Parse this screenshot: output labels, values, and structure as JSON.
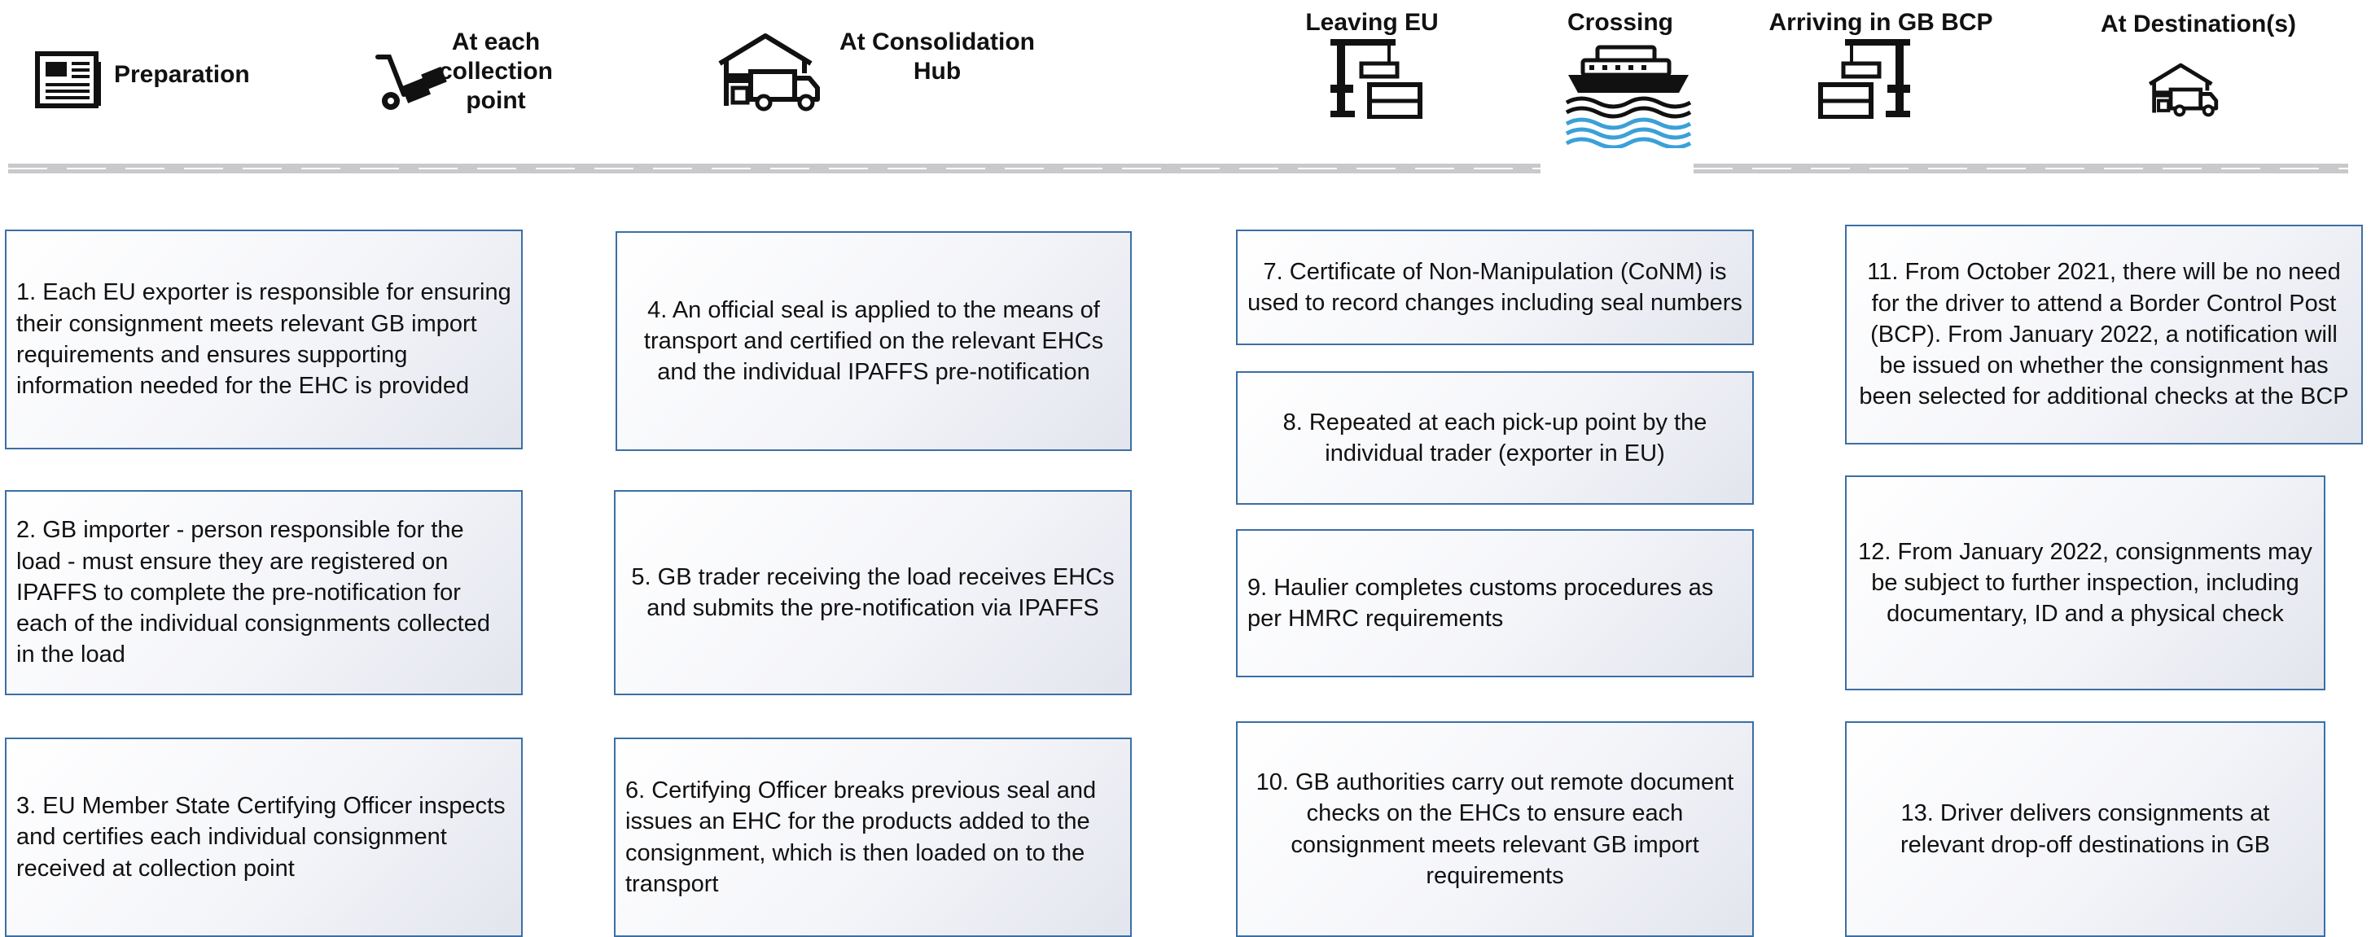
{
  "stages": {
    "preparation": "Preparation",
    "collection": "At each collection point",
    "hub": "At Consolidation Hub",
    "leaving": "Leaving EU",
    "crossing": "Crossing",
    "arriving": "Arriving in GB BCP",
    "destination": "At Destination(s)"
  },
  "icons": {
    "preparation": "newspaper-icon",
    "collection": "hand-truck-icon",
    "hub": "warehouse-truck-icon",
    "leaving": "port-crane-icon",
    "crossing": "ferry-icon",
    "arriving": "port-crane-icon",
    "destination": "warehouse-truck-icon"
  },
  "steps": [
    "1. Each EU exporter is responsible for ensuring their consignment meets relevant GB import requirements and ensures supporting information needed for the EHC is provided",
    "2. GB importer - person responsible for the load - must ensure they are registered on IPAFFS to complete the pre-notification for each of the individual consignments collected in the load",
    "3. EU Member State Certifying Officer inspects and certifies each individual consignment received at collection point",
    "4. An official seal is applied to the means of transport and certified on the relevant EHCs and the individual IPAFFS pre-notification",
    "5. GB trader receiving the load receives EHCs and submits the pre-notification via IPAFFS",
    "6. Certifying Officer breaks previous seal and issues an EHC for the products added to the consignment, which is then loaded on to the transport",
    "7. Certificate of Non-Manipulation (CoNM) is used to record changes including seal numbers",
    "8. Repeated at each pick-up point by the individual trader (exporter in EU)",
    "9. Haulier completes customs procedures as per HMRC requirements",
    "10. GB authorities carry out remote document checks on the EHCs to ensure each consignment meets relevant GB import requirements",
    "11. From October 2021, there will be no need for the driver to attend a Border Control Post (BCP). From January 2022, a notification will be issued on whether the consignment has been selected for additional checks at the BCP",
    "12. From January 2022, consignments may be subject to further inspection, including documentary, ID and a physical check",
    "13. Driver delivers consignments at relevant drop-off destinations in GB"
  ],
  "colors": {
    "box_border": "#3b6fa6",
    "road": "#c9c9cb",
    "water": "#3aa0d8"
  }
}
